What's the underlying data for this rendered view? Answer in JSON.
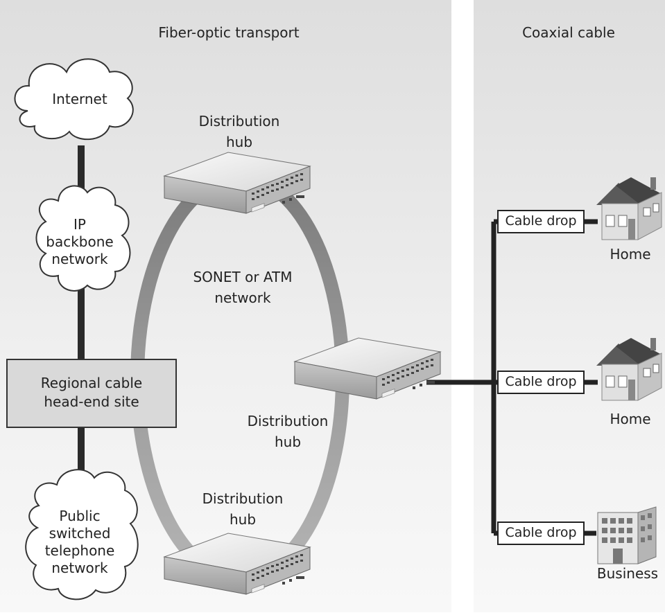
{
  "panels": {
    "left_title": "Fiber-optic transport",
    "right_title": "Coaxial cable"
  },
  "clouds": {
    "internet": "Internet",
    "ip_backbone": [
      "IP",
      "backbone",
      "network"
    ],
    "pstn": [
      "Public",
      "switched",
      "telephone",
      "network"
    ]
  },
  "headend": [
    "Regional cable",
    "head-end site"
  ],
  "ring_label": [
    "SONET or ATM",
    "network"
  ],
  "hubs": {
    "top": [
      "Distribution",
      "hub"
    ],
    "middle": [
      "Distribution",
      "hub"
    ],
    "bottom": [
      "Distribution",
      "hub"
    ]
  },
  "drops": {
    "home1": "Cable drop",
    "home2": "Cable drop",
    "business": "Cable drop"
  },
  "endpoints": {
    "home1": "Home",
    "home2": "Home",
    "business": "Business"
  },
  "colors": {
    "panel_top": "#e2e2e2",
    "panel_bottom": "#f7f7f7",
    "ring": "#8c8c8c",
    "line": "#222222",
    "headend_fill": "#d9d9d9"
  }
}
